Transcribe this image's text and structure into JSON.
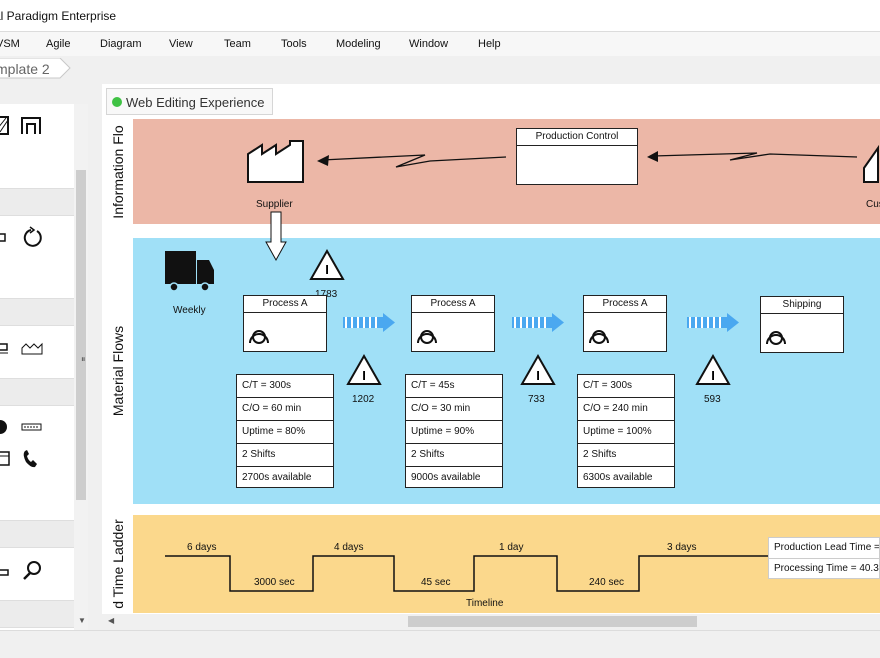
{
  "app": {
    "title": "al Paradigm Enterprise"
  },
  "menu": [
    "VSM",
    "Agile",
    "Diagram",
    "View",
    "Team",
    "Tools",
    "Modeling",
    "Window",
    "Help"
  ],
  "breadcrumb": "mplate 2",
  "web_experience": "Web Editing Experience",
  "lanes": {
    "info": "Information Flo",
    "material": "Material Flows",
    "ladder": "d Time Ladder"
  },
  "diagram": {
    "production_control": "Production Control",
    "supplier": "Supplier",
    "customer": "Cus",
    "truck_label": "Weekly",
    "inventory": [
      "1783",
      "1202",
      "733",
      "593"
    ],
    "processes": [
      {
        "name": "Process A",
        "data": [
          "C/T = 300s",
          "C/O = 60 min",
          "Uptime = 80%",
          "2 Shifts",
          "2700s available"
        ]
      },
      {
        "name": "Process A",
        "data": [
          "C/T = 45s",
          "C/O = 30 min",
          "Uptime = 90%",
          "2 Shifts",
          "9000s available"
        ]
      },
      {
        "name": "Process A",
        "data": [
          "C/T = 300s",
          "C/O = 240 min",
          "Uptime = 100%",
          "2 Shifts",
          "6300s available"
        ]
      }
    ],
    "shipping": "Shipping",
    "ladder": {
      "days": [
        "6 days",
        "4 days",
        "1 day",
        "3 days"
      ],
      "secs": [
        "3000 sec",
        "45 sec",
        "240 sec"
      ],
      "timeline": "Timeline",
      "lead_time": "Production Lead Time =",
      "processing_time": "Processing Time = 40.3"
    }
  }
}
